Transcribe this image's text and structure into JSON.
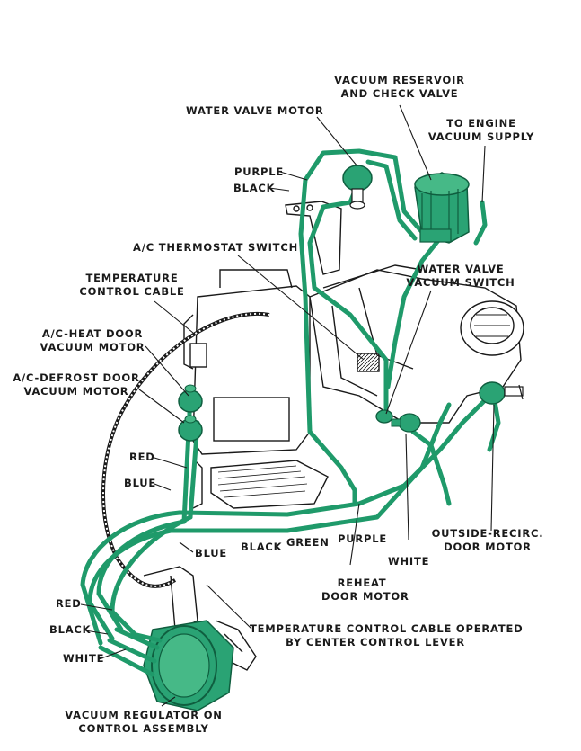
{
  "labels": {
    "vacuum_reservoir_1": "VACUUM RESERVOIR",
    "vacuum_reservoir_2": "AND CHECK VALVE",
    "water_valve_motor": "WATER VALVE MOTOR",
    "to_engine_1": "TO ENGINE",
    "to_engine_2": "VACUUM SUPPLY",
    "purple_top": "PURPLE",
    "black_top": "BLACK",
    "ac_thermostat": "A/C THERMOSTAT SWITCH",
    "temp_cable_1": "TEMPERATURE",
    "temp_cable_2": "CONTROL CABLE",
    "water_switch_1": "WATER VALVE",
    "water_switch_2": "VACUUM SWITCH",
    "ac_heat_1": "A/C-HEAT DOOR",
    "ac_heat_2": "VACUUM MOTOR",
    "ac_defrost_1": "A/C-DEFROST DOOR",
    "ac_defrost_2": "VACUUM MOTOR",
    "red_mid": "RED",
    "blue_mid": "BLUE",
    "outside_recirc_1": "OUTSIDE-RECIRC.",
    "outside_recirc_2": "DOOR MOTOR",
    "blue_low": "BLUE",
    "black_low": "BLACK",
    "green_low": "GREEN",
    "purple_low": "PURPLE",
    "white_low": "WHITE",
    "reheat_1": "REHEAT",
    "reheat_2": "DOOR MOTOR",
    "red_left": "RED",
    "black_left": "BLACK",
    "white_left": "WHITE",
    "cable_operated_1": "TEMPERATURE CONTROL CABLE OPERATED",
    "cable_operated_2": "BY CENTER CONTROL LEVER",
    "regulator_1": "VACUUM REGULATOR ON",
    "regulator_2": "CONTROL ASSEMBLY"
  },
  "colors": {
    "hose": "#1f9a6a",
    "hose_dark": "#0f5e3f",
    "component_fill": "#2aa374",
    "line_art": "#1a1a1a"
  }
}
